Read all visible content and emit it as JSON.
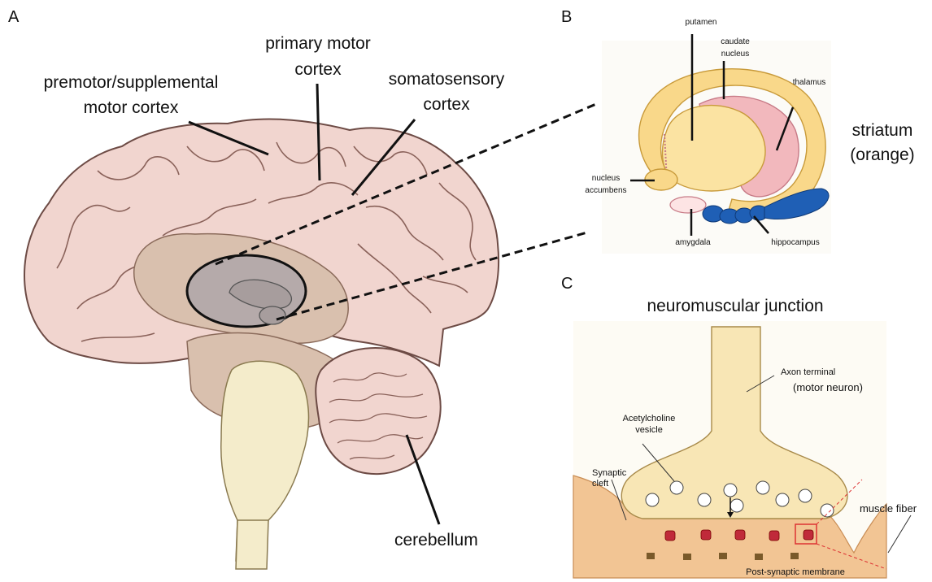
{
  "panels": {
    "a": "A",
    "b": "B",
    "c": "C"
  },
  "brain_labels": {
    "premotor_line1": "premotor/supplemental",
    "premotor_line2": "motor cortex",
    "primary_line1": "primary motor",
    "primary_line2": "cortex",
    "somato_line1": "somatosensory",
    "somato_line2": "cortex",
    "cerebellum": "cerebellum"
  },
  "striatum_labels": {
    "putamen": "putamen",
    "caudate_line1": "caudate",
    "caudate_line2": "nucleus",
    "thalamus": "thalamus",
    "accumbens_line1": "nucleus",
    "accumbens_line2": "accumbens",
    "amygdala": "amygdala",
    "hippocampus": "hippocampus",
    "striatum_line1": "striatum",
    "striatum_line2": "(orange)"
  },
  "nmj_labels": {
    "title": "neuromuscular junction",
    "axon_line1": "Axon terminal",
    "axon_line2": "(motor neuron)",
    "vesicle_line1": "Acetylcholine",
    "vesicle_line2": "vesicle",
    "cleft_line1": "Synaptic",
    "cleft_line2": "cleft",
    "muscle": "muscle fiber",
    "membrane": "Post-synaptic membrane"
  },
  "colors": {
    "cortex": "#f1d5cf",
    "cortex_outline": "#6d4b45",
    "midbrain": "#d9c0ae",
    "brainstem": "#f4eccb",
    "selection": "#b5aaaa",
    "striatum": "#f9d88a",
    "thalamus": "#f2b8bd",
    "hippocampus": "#1f5fb5",
    "axon": "#f8e6b5",
    "muscle": "#f2c594",
    "receptor": "#c02a3a"
  }
}
